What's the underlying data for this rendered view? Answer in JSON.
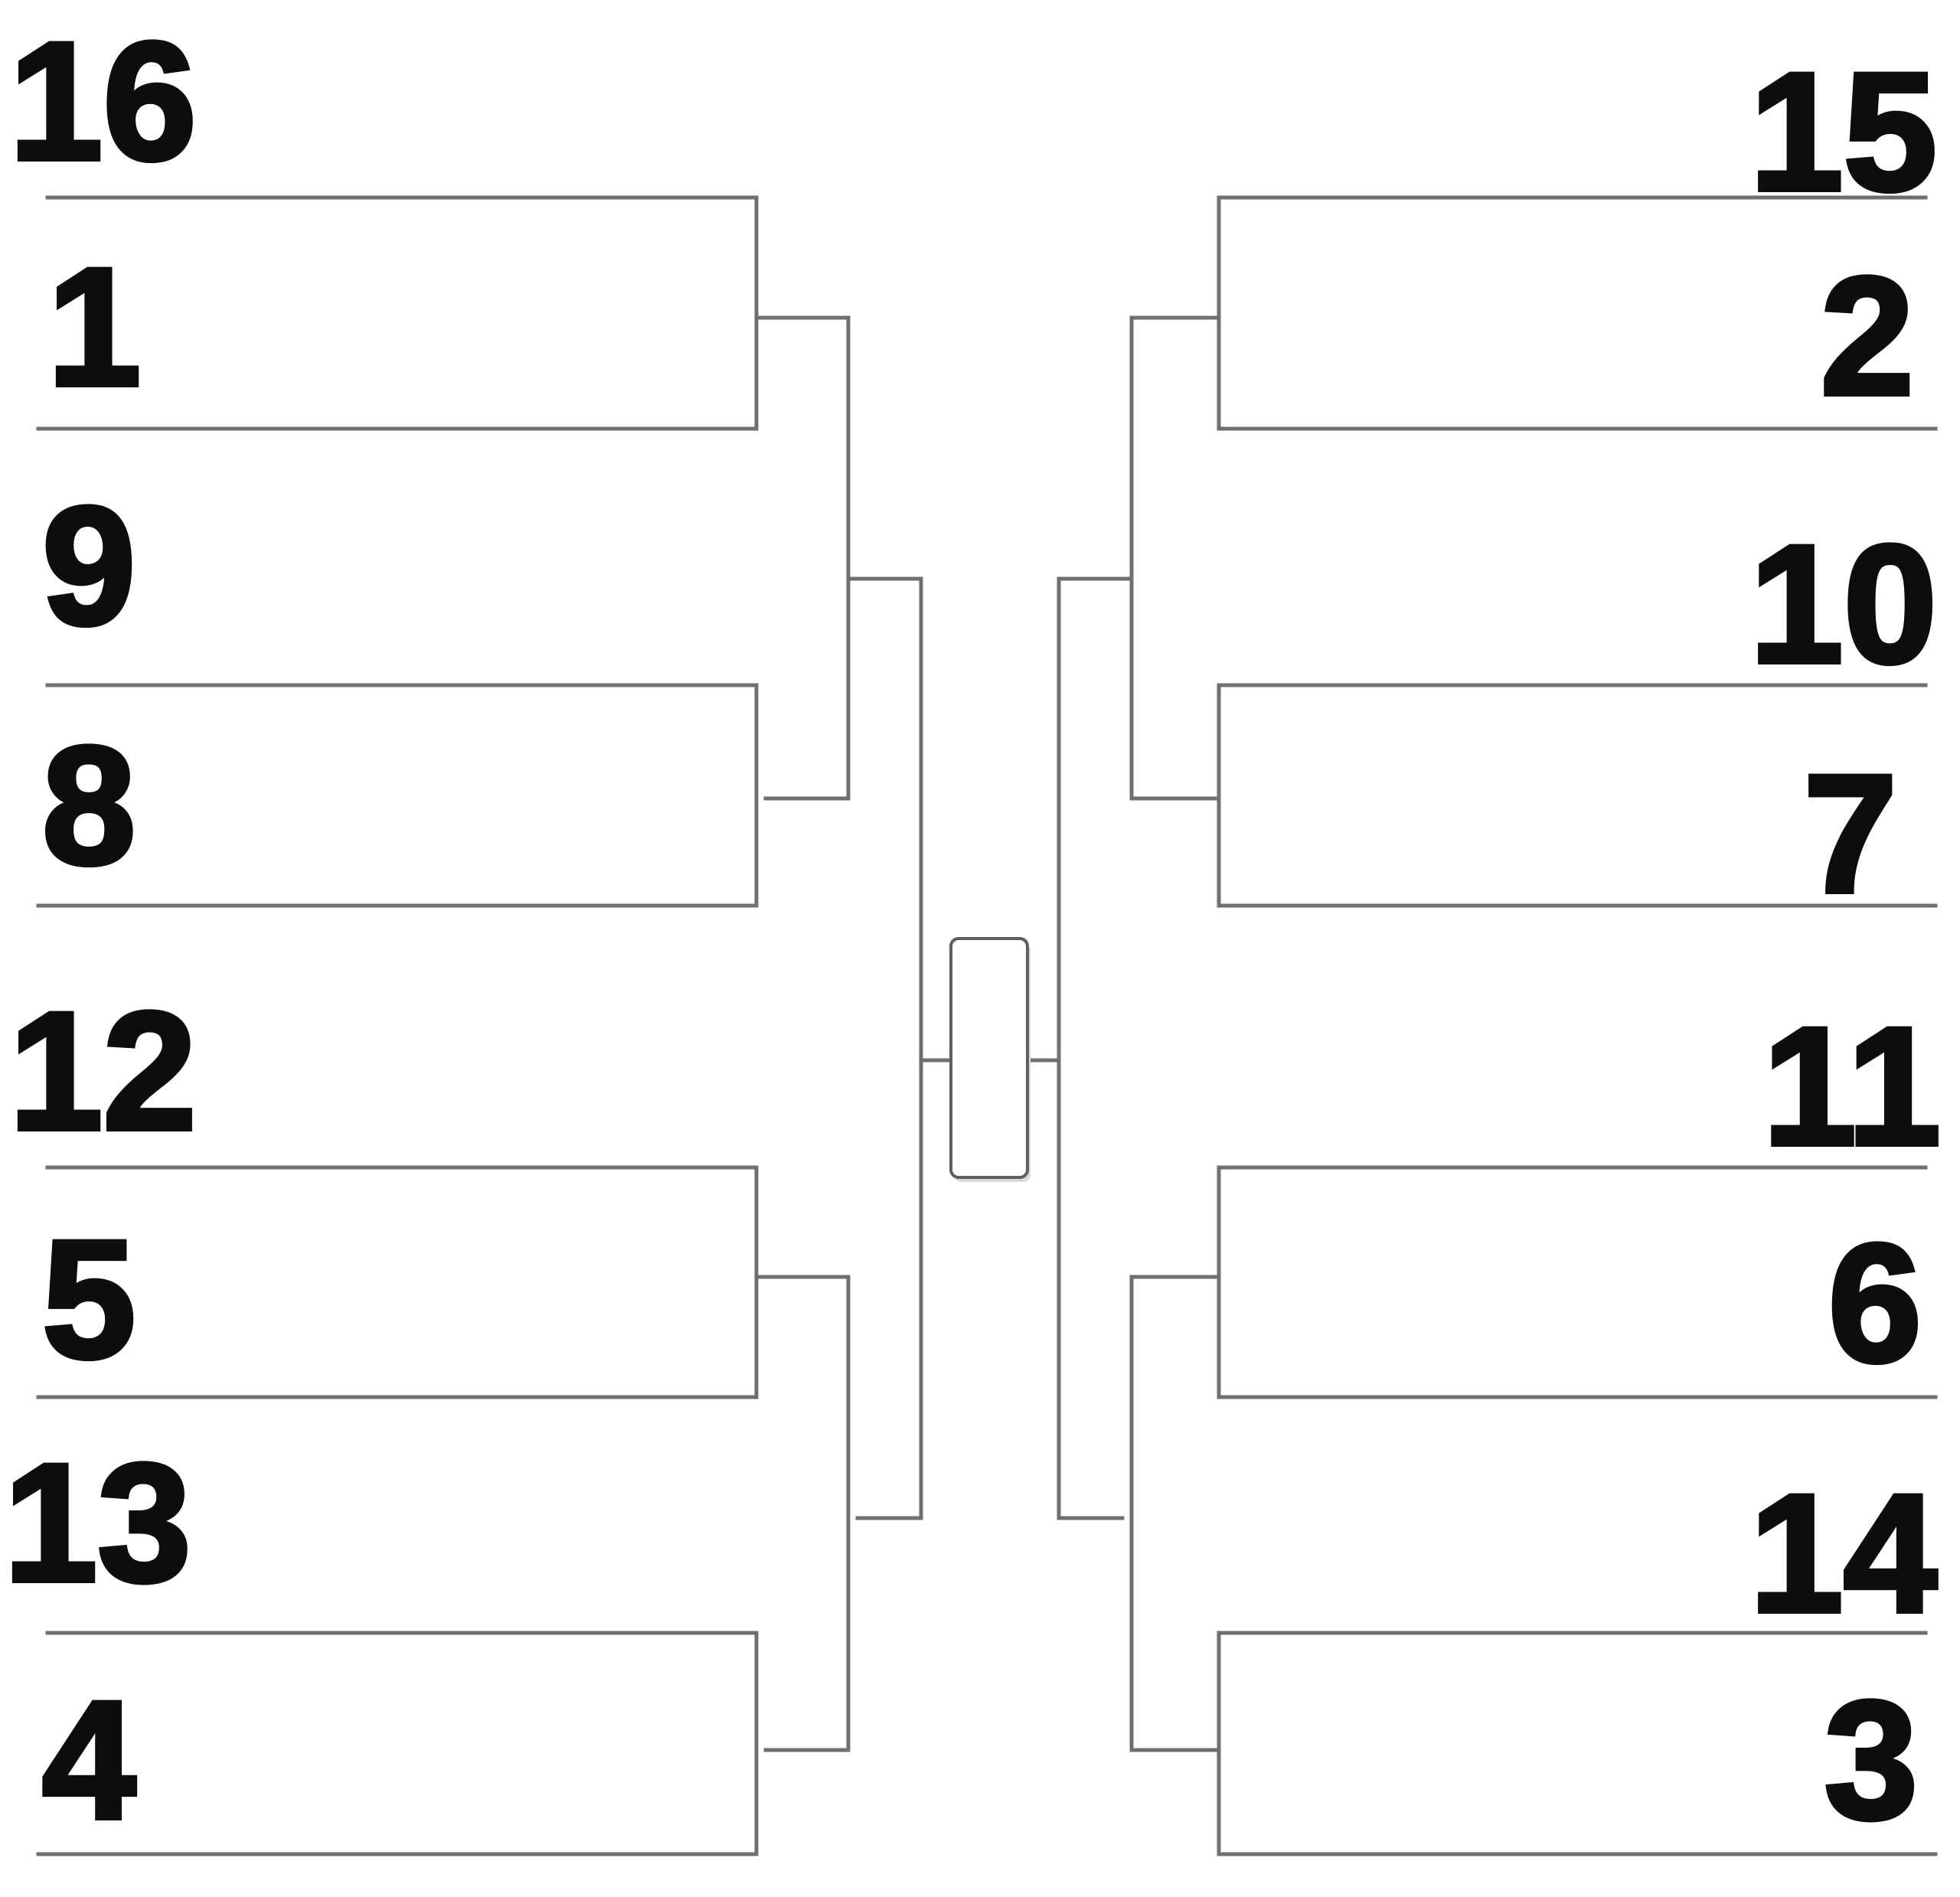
{
  "left_seeds": [
    "16",
    "1",
    "9",
    "8",
    "12",
    "5",
    "13",
    "4"
  ],
  "right_seeds": [
    "15",
    "2",
    "10",
    "7",
    "11",
    "6",
    "14",
    "3"
  ],
  "colors": {
    "line": "#6f6f6f",
    "seed_text": "#0d0d0d",
    "background": "#ffffff"
  }
}
